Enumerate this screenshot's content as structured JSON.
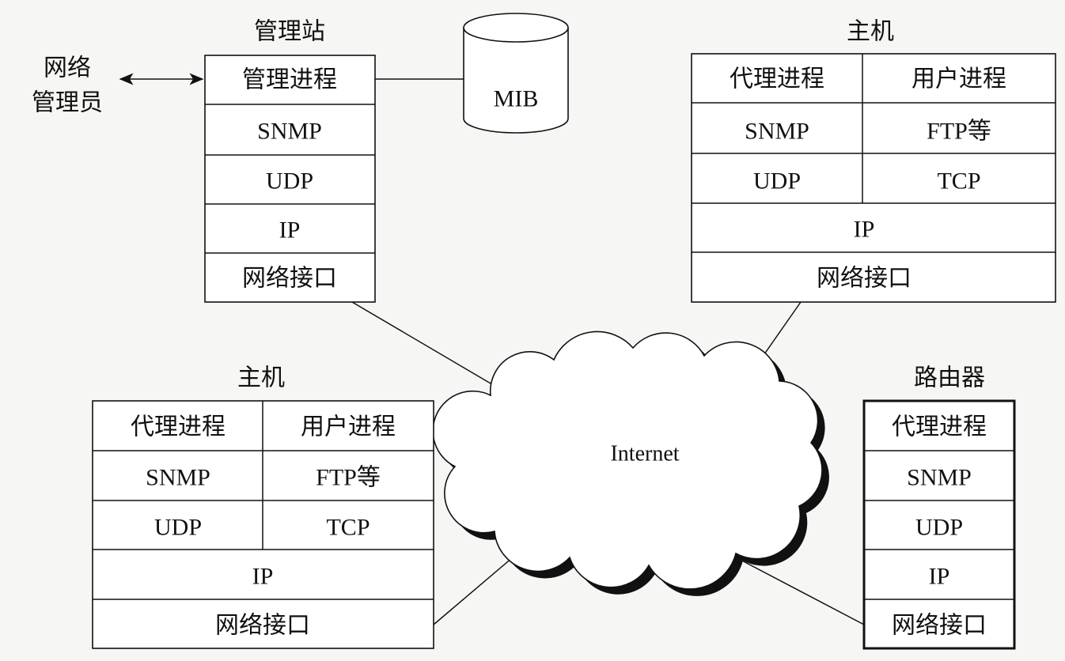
{
  "network_admin": {
    "line1": "网络",
    "line2": "管理员"
  },
  "mib": {
    "label": "MIB"
  },
  "cloud": {
    "label": "Internet"
  },
  "management_station": {
    "title": "管理站",
    "layers": [
      "管理进程",
      "SNMP",
      "UDP",
      "IP",
      "网络接口"
    ]
  },
  "host_top": {
    "title": "主机",
    "left": [
      "代理进程",
      "SNMP",
      "UDP"
    ],
    "right": [
      "用户进程",
      "FTP等",
      "TCP"
    ],
    "shared": [
      "IP",
      "网络接口"
    ]
  },
  "host_bottom": {
    "title": "主机",
    "left": [
      "代理进程",
      "SNMP",
      "UDP"
    ],
    "right": [
      "用户进程",
      "FTP等",
      "TCP"
    ],
    "shared": [
      "IP",
      "网络接口"
    ]
  },
  "router": {
    "title": "路由器",
    "layers": [
      "代理进程",
      "SNMP",
      "UDP",
      "IP",
      "网络接口"
    ]
  }
}
